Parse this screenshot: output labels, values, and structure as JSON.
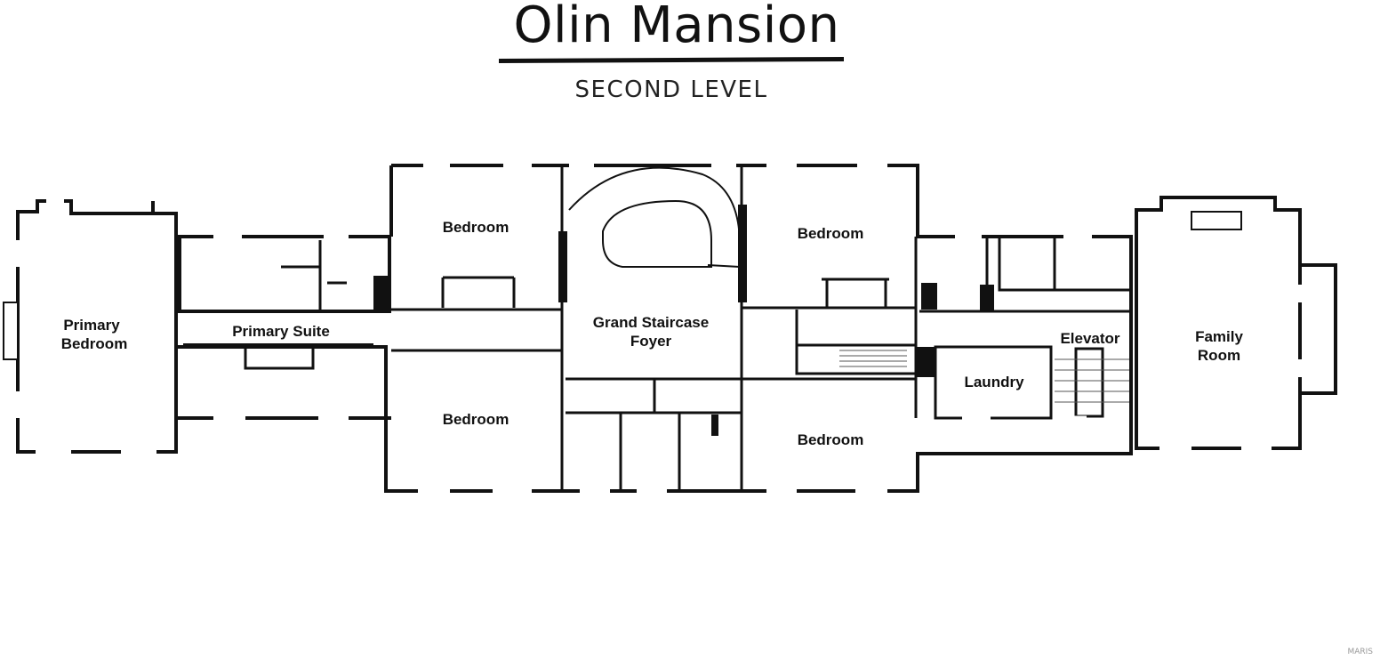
{
  "header": {
    "title": "Olin Mansion",
    "subtitle": "SECOND LEVEL"
  },
  "rooms": {
    "primary_bedroom": [
      "Primary",
      "Bedroom"
    ],
    "primary_suite": "Primary Suite",
    "bedroom_nw": "Bedroom",
    "bedroom_sw": "Bedroom",
    "grand_staircase": [
      "Grand Staircase",
      "Foyer"
    ],
    "bedroom_ne": "Bedroom",
    "bedroom_se": "Bedroom",
    "laundry": "Laundry",
    "elevator": "Elevator",
    "family_room": [
      "Family",
      "Room"
    ]
  },
  "watermark": "MARIS"
}
